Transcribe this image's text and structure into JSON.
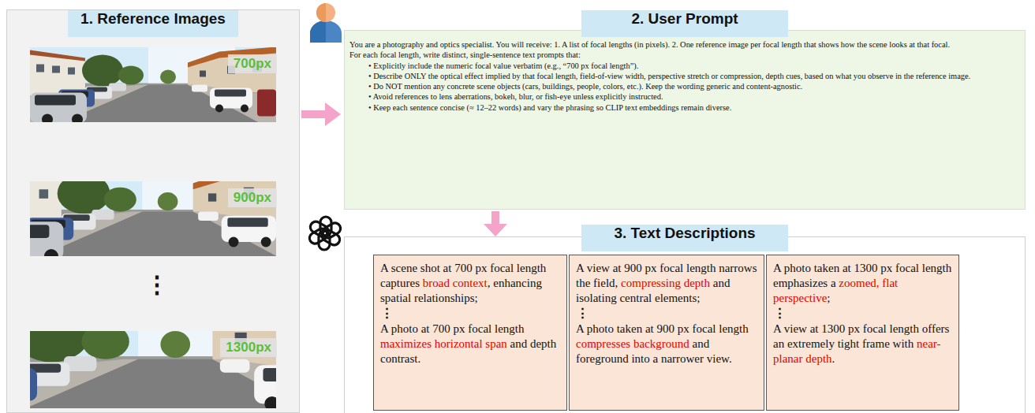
{
  "diagram": {
    "nodes": [
      {
        "text": [
          "1. Reference Images"
        ]
      },
      {
        "text": [
          "700px"
        ],
        "in": 0
      },
      {
        "text": [
          "900px"
        ],
        "in": 0
      },
      {
        "text": [
          "1300px"
        ],
        "in": 0
      },
      {
        "text": [
          "2. User Prompt",
          "You are a photography and optics specialist. You will receive: 1. A list of focal lengths (in pixels). 2. One reference image per focal length that shows how the scene looks at that focal.",
          "For each focal length, write distinct, single-sentence text prompts that:",
          "• Explicitly include the numeric focal value verbatim (e.g., “700 px focal length”).",
          "• Describe ONLY the optical effect implied by that focal length, field-of-view width, perspective stretch or compression, depth cues, based on what you observe in the reference image.",
          "• Do NOT mention any concrete scene objects (cars, buildings, people, colors, etc.). Keep the wording generic and content-agnostic.",
          "• Avoid references to lens aberrations, bokeh, blur, or fish-eye unless explicitly instructed.",
          "• Keep each sentence concise (≈ 12–22 words) and vary the phrasing so CLIP text embeddings remain diverse."
        ]
      },
      {
        "text": [
          "3. Text Descriptions"
        ]
      },
      {
        "text": [
          "A scene shot at 700 px focal length captures",
          "broad context",
          ", enhancing spatial relationships;",
          "⋮",
          "A photo at 700 px focal length",
          "maximizes horizontal span",
          "and depth contrast."
        ],
        "in": 5
      },
      {
        "text": [
          "A view at 900 px focal length narrows the field,",
          "compressing depth",
          "and isolating central elements;",
          "⋮",
          "A photo taken at 900 px focal length",
          "compresses background",
          "and foreground into a narrower view."
        ],
        "in": 5
      },
      {
        "text": [
          "A photo taken at 1300 px focal length emphasizes a",
          "zoomed, flat perspective",
          ";",
          "⋮",
          "A view at 1300 px focal length offers an extremely tight frame with",
          "near-planar depth",
          "."
        ],
        "in": 5
      }
    ],
    "edges": [
      {
        "from": 0,
        "to": 4,
        "arrow": "to"
      },
      {
        "from": 4,
        "to": 5,
        "arrow": "to"
      }
    ],
    "labels": [
      "⋮"
    ]
  }
}
